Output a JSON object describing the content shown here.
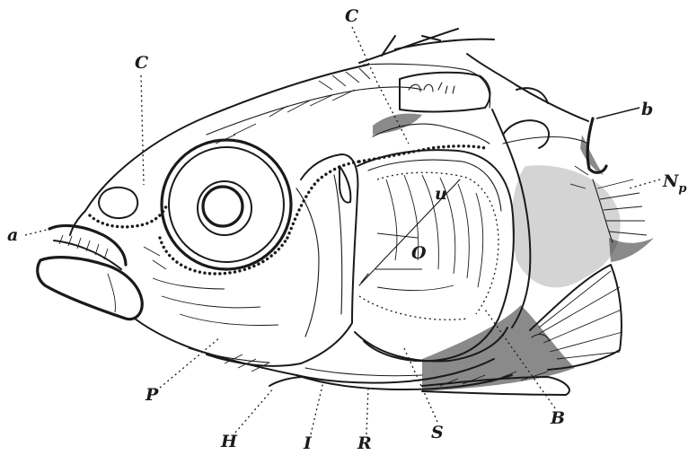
{
  "figure": {
    "labels": {
      "a": "a",
      "b": "b",
      "c_left": "C",
      "c_top": "C",
      "np_main": "N",
      "np_sub": "p",
      "u": "u",
      "o": "O",
      "p": "P",
      "h": "H",
      "i": "I",
      "r": "R",
      "s": "S",
      "b_lower": "B"
    }
  }
}
